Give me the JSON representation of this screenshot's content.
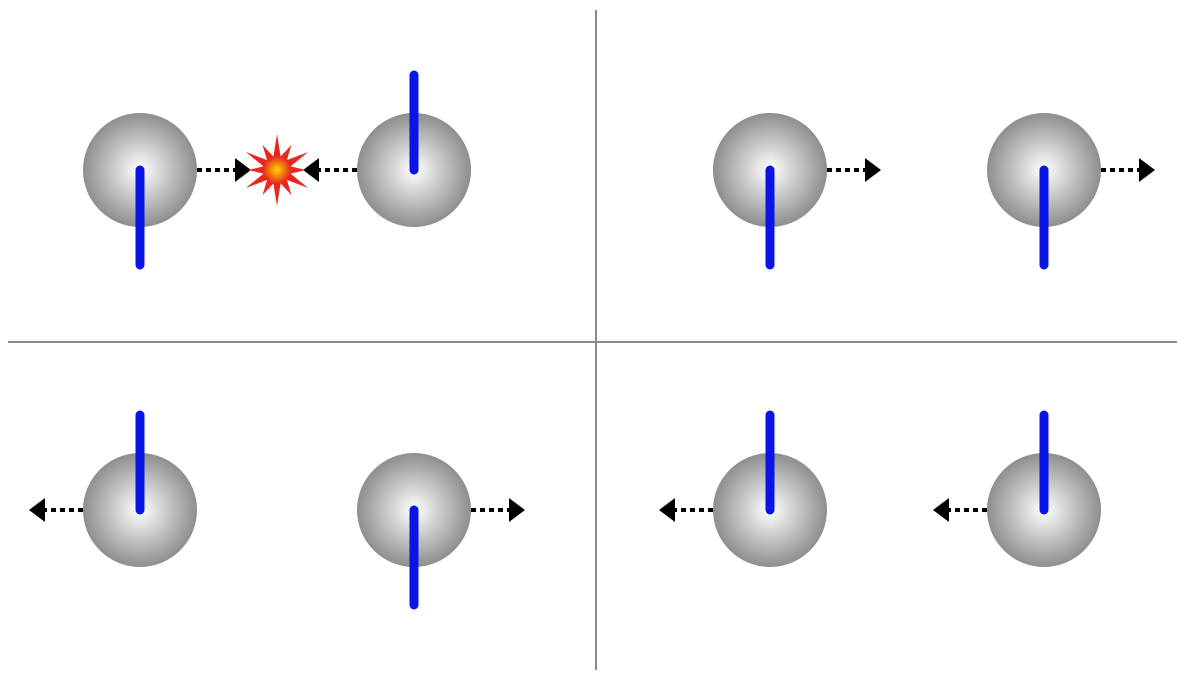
{
  "colors": {
    "background": "#ffffff",
    "divider": "#8a8a8a",
    "sphere_center": "#ffffff",
    "sphere_edge": "#8e8e8e",
    "spin": "#0a14e6",
    "arrow": "#000000",
    "burst_outer": "#e8261e",
    "burst_inner": "#ffd400"
  },
  "icons": {
    "particle": "sphere-icon",
    "spin": "spin-vector",
    "motion": "dashed-arrow",
    "collision": "collision-burst-icon"
  },
  "panels": [
    {
      "name": "collision",
      "particles": [
        {
          "spin": "down",
          "motion": "right"
        },
        {
          "spin": "up",
          "motion": "left"
        }
      ],
      "collision": true
    },
    {
      "name": "both-spin-down-moving-right",
      "particles": [
        {
          "spin": "down",
          "motion": "right"
        },
        {
          "spin": "down",
          "motion": "right"
        }
      ],
      "collision": false
    },
    {
      "name": "spin-up-left-spin-down-right",
      "particles": [
        {
          "spin": "up",
          "motion": "left"
        },
        {
          "spin": "down",
          "motion": "right"
        }
      ],
      "collision": false
    },
    {
      "name": "both-spin-up-moving-left",
      "particles": [
        {
          "spin": "up",
          "motion": "left"
        },
        {
          "spin": "up",
          "motion": "left"
        }
      ],
      "collision": false
    }
  ]
}
